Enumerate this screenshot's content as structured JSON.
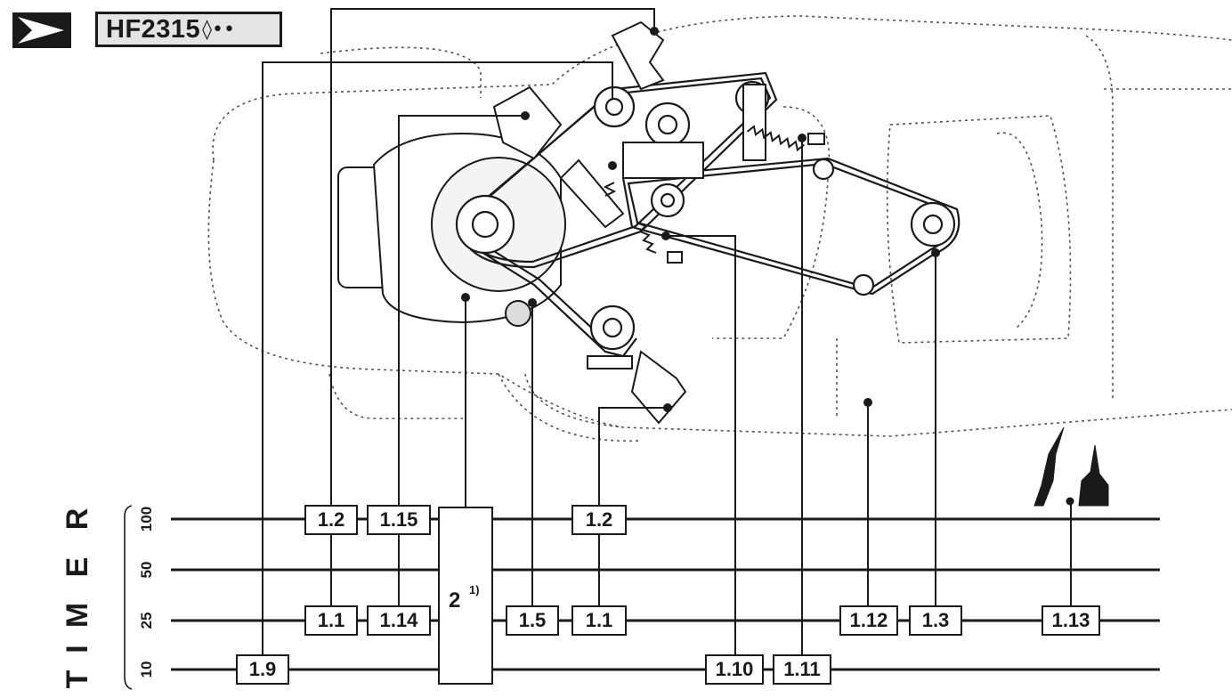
{
  "header": {
    "code": "HF2315",
    "symbols": "◊••"
  },
  "axis": {
    "title": "TIMER",
    "levels": [
      "100",
      "50",
      "25",
      "10"
    ]
  },
  "labels": {
    "r100": [
      "1.2",
      "1.15",
      "1.2"
    ],
    "r25": [
      "1.1",
      "1.14",
      "1.5",
      "1.1",
      "1.12",
      "1.3",
      "1.13"
    ],
    "r10": [
      "1.9",
      "1.10",
      "1.11"
    ],
    "big_main": "2",
    "big_sup": "1)"
  },
  "icons": {
    "brand": "arrow-logo-icon",
    "tools": "lubrication-tool-icon"
  }
}
